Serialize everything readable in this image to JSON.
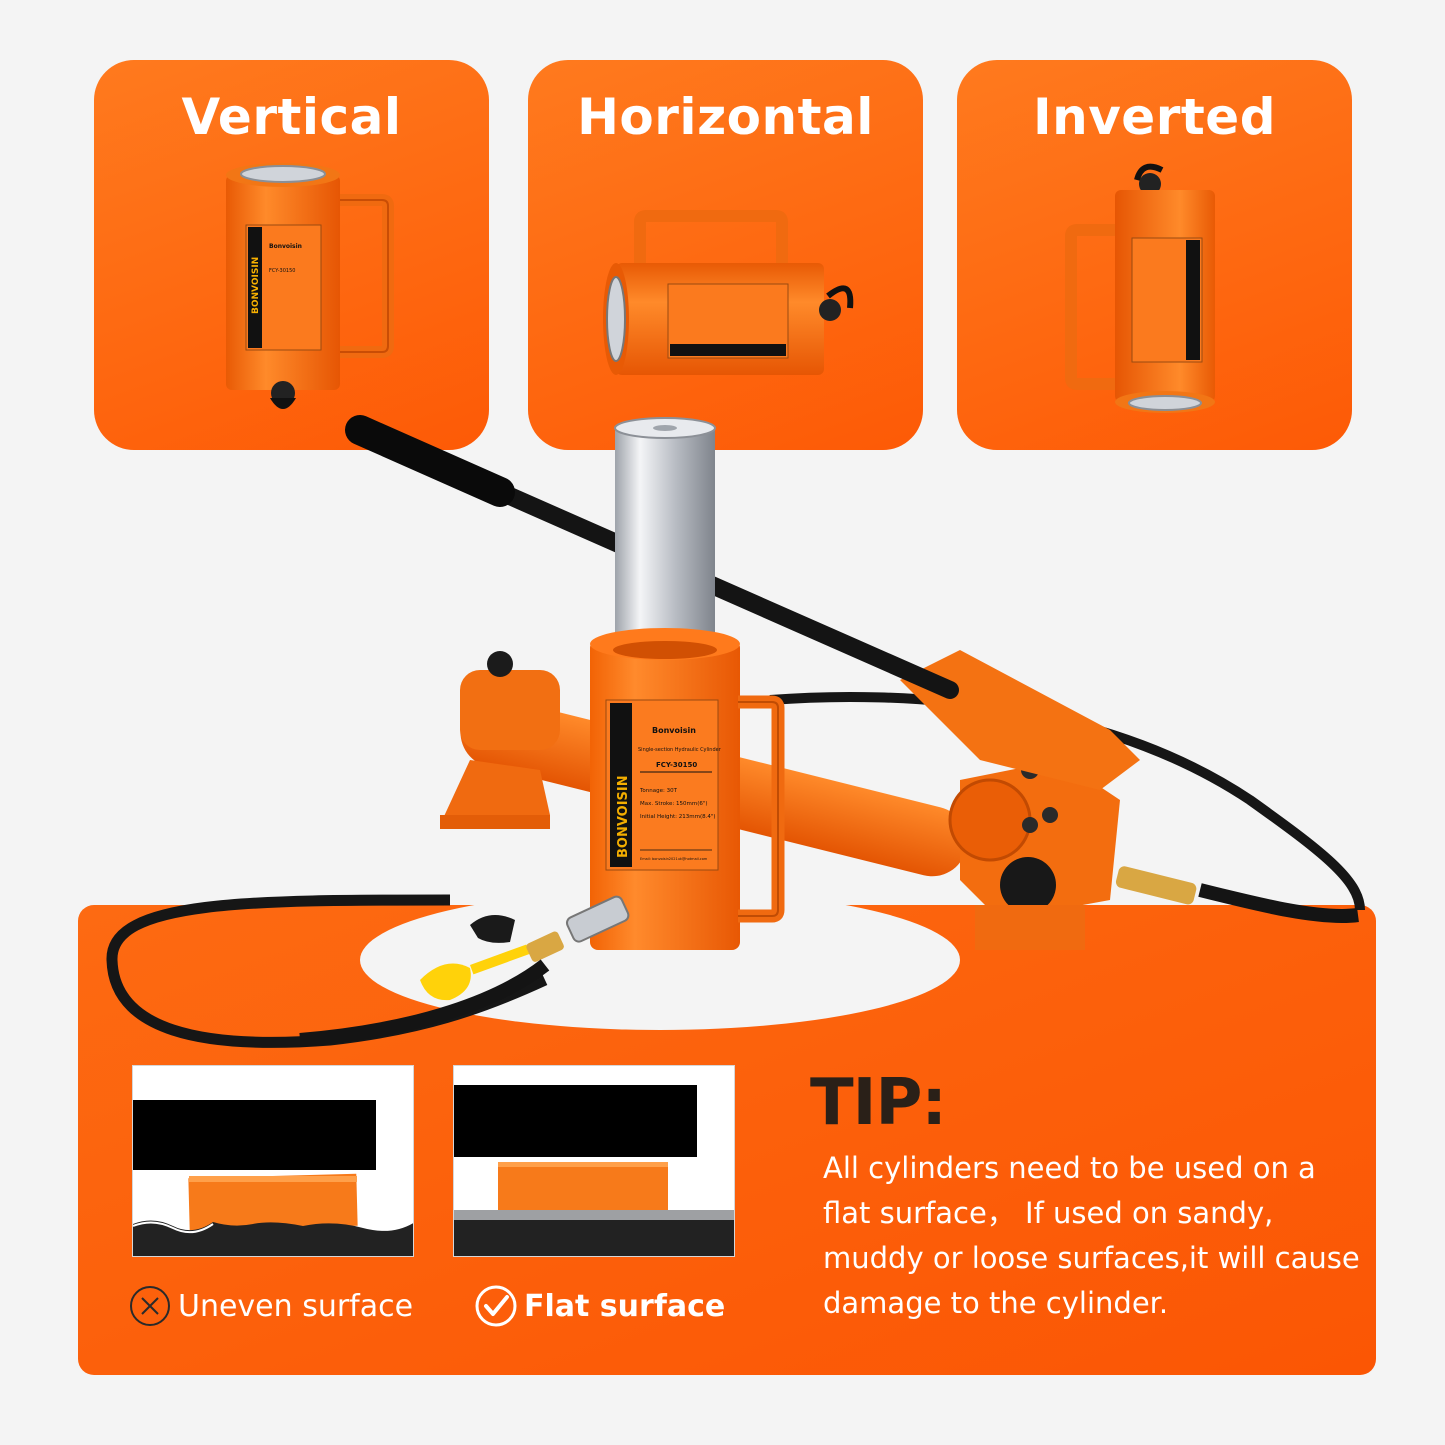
{
  "orientations": [
    {
      "title": "Vertical"
    },
    {
      "title": "Horizontal"
    },
    {
      "title": "Inverted"
    }
  ],
  "label": {
    "brand_vertical": "BONVOISIN",
    "brand_title": "Bonvoisin",
    "subtitle": "Single-section Hydraulic Cylinder",
    "model": "FCY-30150",
    "tonnage": "Tonnage: 30T",
    "stroke": "Max. Stroke: 150mm(6\")",
    "height": "Initial Height: 213mm(8.4\")",
    "email": "Email: bonvoisin2021uk@hotmail.com"
  },
  "surfaces": {
    "uneven_label": "Uneven surface",
    "flat_label": "Flat surface"
  },
  "tip": {
    "title": "TIP:",
    "text": "All cylinders need to be used on a flat surface， If used on sandy, muddy or loose surfaces,it will cause damage to the cylinder."
  },
  "colors": {
    "orange": "#fd5f0a",
    "cylinder_orange": "#fa6d0f",
    "label_black": "#111111",
    "chrome": "#c9ccd2",
    "tip_title": "#2a2018"
  }
}
